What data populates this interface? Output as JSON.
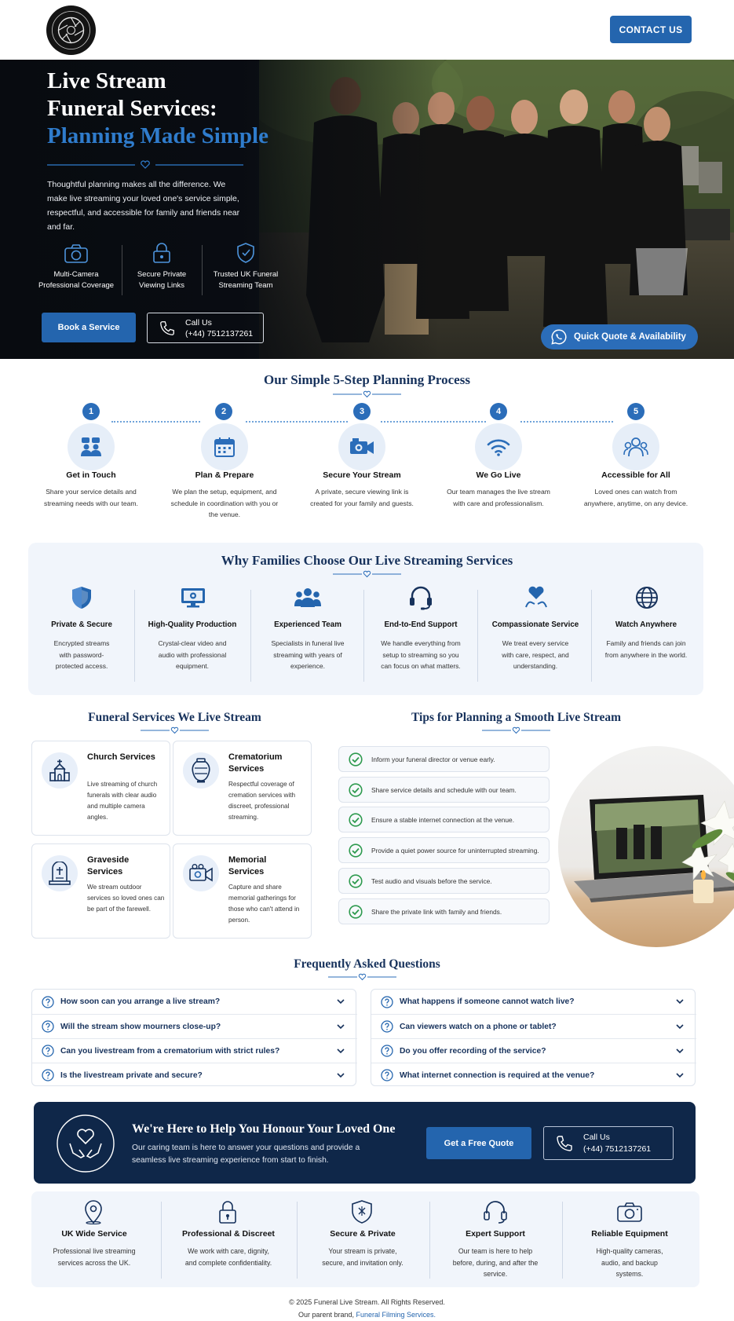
{
  "header": {
    "logo_alt": "logo",
    "contact_label": "CONTACT US"
  },
  "hero": {
    "title_line1": "Live Stream",
    "title_line2": "Funeral Services:",
    "title_line3": "Planning Made Simple",
    "description": "Thoughtful planning makes all the difference. We make live streaming your loved one's service simple, respectful, and accessible for family and friends near and far.",
    "features": [
      {
        "icon": "camera-icon",
        "line1": "Multi-Camera",
        "line2": "Professional Coverage"
      },
      {
        "icon": "lock-icon",
        "line1": "Secure Private",
        "line2": "Viewing Links"
      },
      {
        "icon": "shield-check-icon",
        "line1": "Trusted UK Funeral",
        "line2": "Streaming Team"
      }
    ],
    "book_label": "Book a Service",
    "call_label": "Call Us",
    "call_number": "(+44) 7512137261",
    "quote_label": "Quick Quote & Availability"
  },
  "process": {
    "title": "Our Simple 5-Step Planning Process",
    "steps": [
      {
        "num": "1",
        "icon": "chat-people-icon",
        "title": "Get in Touch",
        "desc": "Share your service details and streaming needs with our team."
      },
      {
        "num": "2",
        "icon": "calendar-icon",
        "title": "Plan & Prepare",
        "desc": "We plan the setup, equipment, and schedule in coordination with you or the venue."
      },
      {
        "num": "3",
        "icon": "video-camera-icon",
        "title": "Secure Your Stream",
        "desc": "A private, secure viewing link is created for your family and guests."
      },
      {
        "num": "4",
        "icon": "wifi-icon",
        "title": "We Go Live",
        "desc": "Our team manages the live stream with care and professionalism."
      },
      {
        "num": "5",
        "icon": "group-icon",
        "title": "Accessible for All",
        "desc": "Loved ones can watch from anywhere, anytime, on any device."
      }
    ]
  },
  "why": {
    "title": "Why Families Choose Our Live Streaming Services",
    "items": [
      {
        "icon": "shield-icon",
        "title": "Private & Secure",
        "desc": "Encrypted streams with password-protected access."
      },
      {
        "icon": "monitor-icon",
        "title": "High-Quality Production",
        "desc": "Crystal-clear video and audio with professional equipment."
      },
      {
        "icon": "team-icon",
        "title": "Experienced Team",
        "desc": "Specialists in funeral live streaming with years of experience."
      },
      {
        "icon": "headset-icon",
        "title": "End-to-End Support",
        "desc": "We handle everything from setup to streaming so you can focus on what matters."
      },
      {
        "icon": "heart-hands-icon",
        "title": "Compassionate Service",
        "desc": "We treat every service with care, respect, and understanding."
      },
      {
        "icon": "globe-icon",
        "title": "Watch Anywhere",
        "desc": "Family and friends can join from anywhere in the world."
      }
    ]
  },
  "services": {
    "title": "Funeral Services We Live Stream",
    "cards": [
      {
        "icon": "church-icon",
        "title": "Church Services",
        "desc": "Live streaming of church funerals with clear audio and multiple camera angles."
      },
      {
        "icon": "urn-icon",
        "title": "Crematorium Services",
        "desc": "Respectful coverage of cremation services with discreet, professional streaming."
      },
      {
        "icon": "gravestone-icon",
        "title": "Graveside Services",
        "desc": "We stream outdoor services so loved ones can be part of the farewell."
      },
      {
        "icon": "video-camera-icon",
        "title": "Memorial Services",
        "desc": "Capture and share memorial gatherings for those who can't attend in person."
      }
    ]
  },
  "tips": {
    "title": "Tips for Planning a Smooth Live Stream",
    "items": [
      "Inform your funeral director or venue early.",
      "Share service details and schedule with our team.",
      "Ensure a stable internet connection at the venue.",
      "Provide a quiet power source for uninterrupted streaming.",
      "Test audio and visuals before the service.",
      "Share the private link with family and friends."
    ]
  },
  "faq": {
    "title": "Frequently Asked Questions",
    "left": [
      "How soon can you arrange a live stream?",
      "Will the stream show mourners close-up?",
      "Can you livestream from a crematorium with strict rules?",
      "Is the livestream private and secure?"
    ],
    "right": [
      "What happens if someone cannot watch live?",
      "Can viewers watch on a phone or tablet?",
      "Do you offer recording of the service?",
      "What internet connection is required at the venue?"
    ]
  },
  "cta": {
    "title": "We're Here to Help You Honour Your Loved One",
    "desc": "Our caring team is here to answer your questions and provide a seamless live streaming experience from start to finish.",
    "quote_label": "Get a Free Quote",
    "call_label": "Call Us",
    "call_number": "(+44) 7512137261"
  },
  "trust": [
    {
      "icon": "location-pin-icon",
      "title": "UK Wide Service",
      "desc": "Professional live streaming services across the UK."
    },
    {
      "icon": "lock-icon",
      "title": "Professional & Discreet",
      "desc": "We work with care, dignity, and complete confidentiality."
    },
    {
      "icon": "shield-icon",
      "title": "Secure & Private",
      "desc": "Your stream is private, secure, and invitation only."
    },
    {
      "icon": "headset-icon",
      "title": "Expert Support",
      "desc": "Our team is here to help before, during, and after the service."
    },
    {
      "icon": "camera-icon",
      "title": "Reliable Equipment",
      "desc": "High-quality cameras, audio, and backup systems."
    }
  ],
  "footer": {
    "copyright": "© 2025 Funeral Live Stream. All Rights Reserved.",
    "parent_prefix": "Our parent brand,",
    "parent_link": "Funeral Filming Services."
  },
  "colors": {
    "primary": "#2465ae",
    "navy": "#17325c",
    "cta_bg": "#0f2749",
    "accent_green": "#2e9a4e"
  }
}
